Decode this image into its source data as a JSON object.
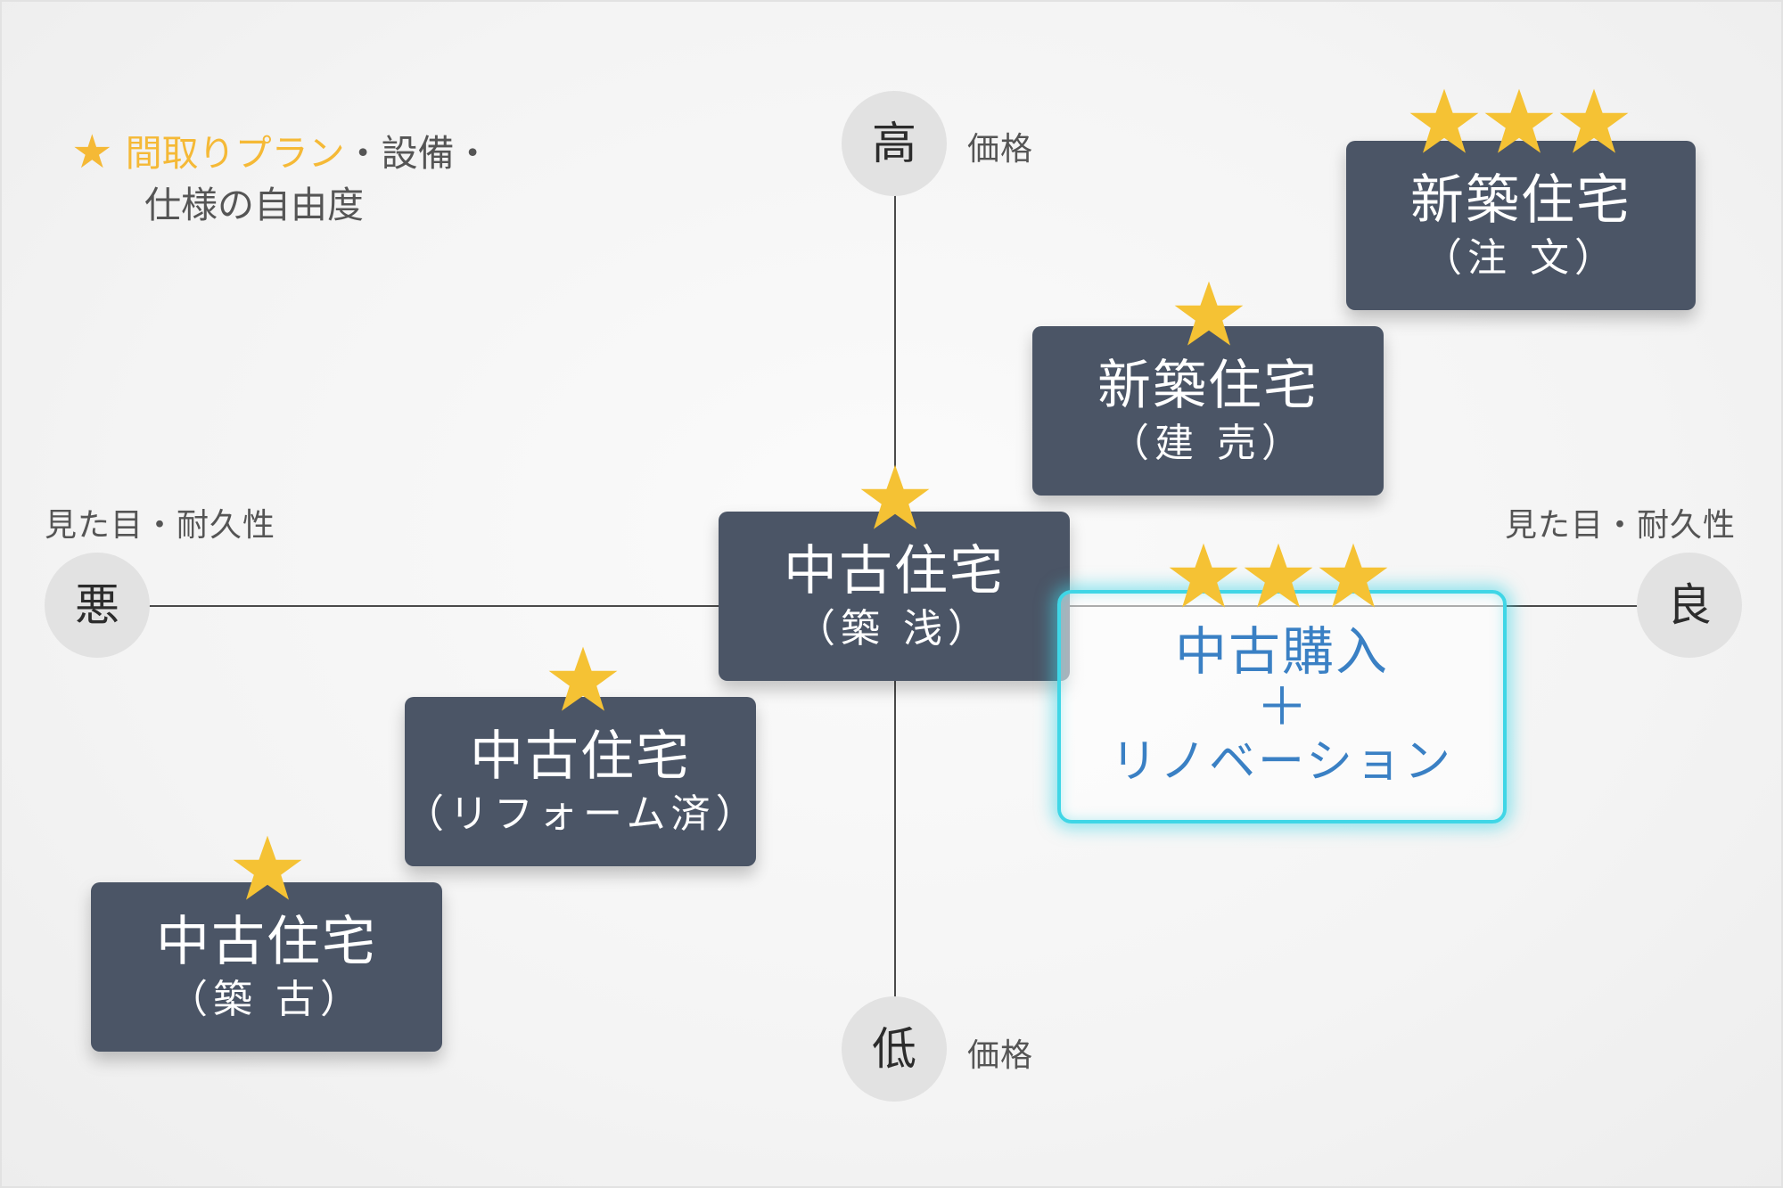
{
  "legend": {
    "star": "★",
    "accent_text": "間取りプラン",
    "text_line1_rest": "・設備・",
    "text_line2": "仕様の自由度"
  },
  "axes": {
    "top": {
      "symbol": "高",
      "label": "価格"
    },
    "bottom": {
      "symbol": "低",
      "label": "価格"
    },
    "left": {
      "symbol": "悪",
      "label": "見た目・耐久性"
    },
    "right": {
      "symbol": "良",
      "label": "見た目・耐久性"
    }
  },
  "items": [
    {
      "id": "shinchiku-chumon",
      "line1": "新築住宅",
      "line2": "（注 文）",
      "stars": 3
    },
    {
      "id": "shinchiku-tateuri",
      "line1": "新築住宅",
      "line2": "（建 売）",
      "stars": 1
    },
    {
      "id": "chuko-chikuasa",
      "line1": "中古住宅",
      "line2": "（築 浅）",
      "stars": 1
    },
    {
      "id": "chuko-reform",
      "line1": "中古住宅",
      "line2": "（リフォーム済）",
      "stars": 1
    },
    {
      "id": "chuko-chikufuru",
      "line1": "中古住宅",
      "line2": "（築 古）",
      "stars": 1
    }
  ],
  "highlight": {
    "line1": "中古購入",
    "line2": "＋",
    "line3": "リノベーション",
    "stars": 3
  },
  "colors": {
    "star": "#f5c234",
    "box_bg": "#4b5566",
    "highlight_border": "#3fd6e6",
    "highlight_text": "#3a80c4",
    "legend_accent": "#f5b936"
  }
}
